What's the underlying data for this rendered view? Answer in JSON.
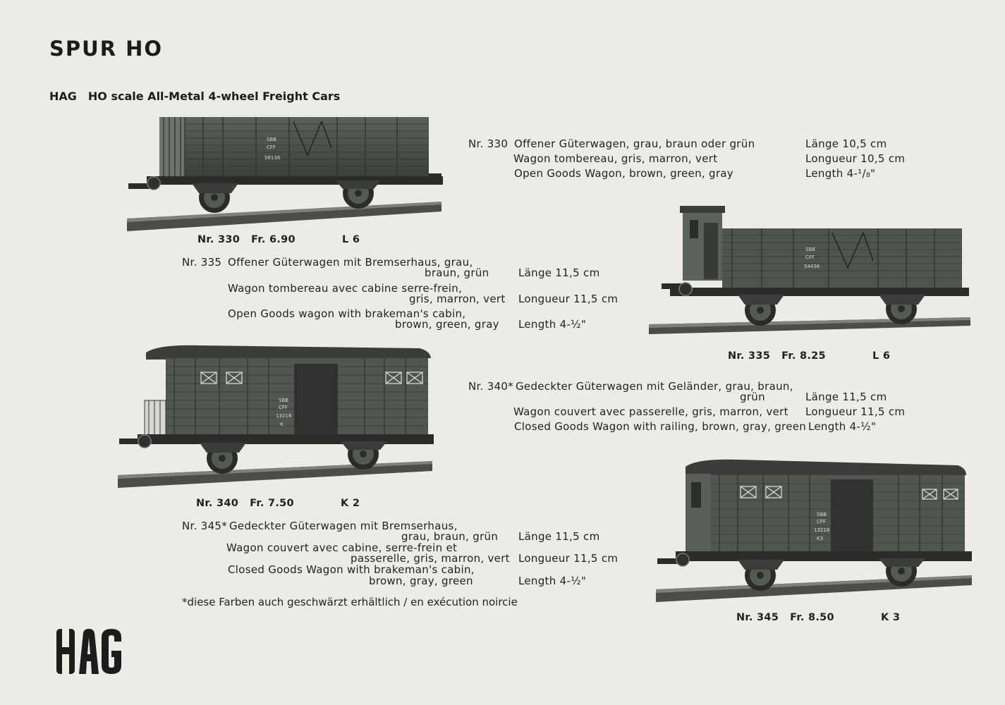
{
  "header": {
    "title": "SPUR HO",
    "brand": "HAG",
    "subtitle": "HO scale All-Metal 4-wheel Freight Cars"
  },
  "products": [
    {
      "caption": {
        "nr": "Nr. 330",
        "price": "Fr. 6.90",
        "code": "L 6"
      },
      "lines": [
        {
          "nr": "Nr. 330",
          "text": "Offener Güterwagen, grau, braun oder grün",
          "size": "Länge 10,5 cm"
        },
        {
          "text": "Wagon tombereau, gris, marron, vert",
          "size": "Longueur 10,5 cm"
        },
        {
          "text": "Open Goods Wagon, brown, green, gray",
          "size": "Length 4-¹/₈\""
        }
      ],
      "wagon_markings": [
        "SBB",
        "CFF",
        "58136"
      ]
    },
    {
      "caption": {
        "nr": "Nr. 335",
        "price": "Fr. 8.25",
        "code": "L 6"
      },
      "lines": [
        {
          "nr": "Nr. 335",
          "text": "Offener Güterwagen mit Bremserhaus, grau,",
          "text2": "braun, grün",
          "size": "Länge 11,5 cm"
        },
        {
          "text": "Wagon tombereau avec cabine serre-frein,",
          "text2": "gris, marron, vert",
          "size": "Longueur 11,5 cm"
        },
        {
          "text": "Open Goods wagon with brakeman's cabin,",
          "text2": "brown, green, gray",
          "size": "Length 4-½\""
        }
      ],
      "wagon_markings": [
        "SBB",
        "CFF",
        "54436"
      ]
    },
    {
      "caption": {
        "nr": "Nr. 340",
        "price": "Fr. 7.50",
        "code": "K 2"
      },
      "lines": [
        {
          "nr": "Nr. 340*",
          "text": "Gedeckter Güterwagen mit Geländer, grau, braun,",
          "text2": "grün",
          "size": "Länge 11,5 cm"
        },
        {
          "text": "Wagon couvert avec passerelle, gris, marron, vert",
          "size": "Longueur 11,5 cm"
        },
        {
          "text": "Closed Goods Wagon with railing, brown, gray, green",
          "size": "Length 4-½\""
        }
      ],
      "wagon_markings": [
        "SBB",
        "CFF",
        "13218",
        "K"
      ]
    },
    {
      "caption": {
        "nr": "Nr. 345",
        "price": "Fr. 8.50",
        "code": "K 3"
      },
      "lines": [
        {
          "nr": "Nr. 345*",
          "text": "Gedeckter Güterwagen mit Bremserhaus,",
          "text2": "grau, braun, grün",
          "size": "Länge 11,5 cm"
        },
        {
          "text": "Wagon couvert avec cabine, serre-frein et",
          "text2": "passerelle, gris, marron, vert",
          "size": "Longueur 11,5 cm"
        },
        {
          "text": "Closed Goods Wagon with brakeman's cabin,",
          "text2": "brown, gray, green",
          "size": "Length 4-½\""
        }
      ],
      "wagon_markings": [
        "SBB",
        "CFF",
        "13218",
        "K3"
      ]
    }
  ],
  "footnote": "*diese Farben auch geschwärzt erhältlich / en exécution noircie",
  "logo": {
    "text": "HAG"
  },
  "colors": {
    "paper": "#ecebe6",
    "ink": "#1f1f1f",
    "wagon_body": "#4d524c",
    "wagon_dark": "#2a2c2a"
  }
}
